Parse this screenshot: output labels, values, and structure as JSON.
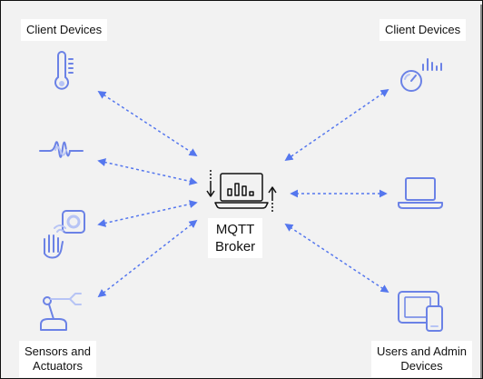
{
  "labels": {
    "client_devices_left": "Client Devices",
    "client_devices_right": "Client Devices",
    "sensors_line1": "Sensors and",
    "sensors_line2": "Actuators",
    "users_line1": "Users and Admin",
    "users_line2": "Devices"
  },
  "broker": {
    "line1": "MQTT",
    "line2": "Broker"
  },
  "icons": {
    "left": [
      "thermometer-icon",
      "sound-wave-icon",
      "hand-sensor-icon",
      "robotic-arm-icon"
    ],
    "right": [
      "gauge-meter-icon",
      "laptop-icon",
      "tablet-phone-icon"
    ],
    "center": "broker-laptop-icon"
  },
  "colors": {
    "icon_stroke": "#6b82e6",
    "icon_fill": "#b7c4f5",
    "arrow": "#5577ee",
    "background": "#f2f2f2",
    "broker_icon": "#111111"
  }
}
